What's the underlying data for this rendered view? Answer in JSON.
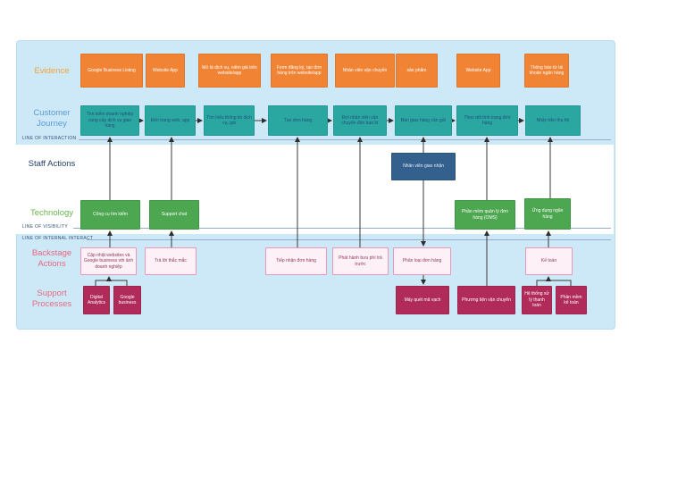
{
  "colors": {
    "panel_bg": "#cde9f7",
    "evidence_box": "#f08434",
    "journey_box": "#2ba7a2",
    "staff_box": "#33608d",
    "technology_box": "#4ca750",
    "backstage_box_bg": "#fdf0f6",
    "backstage_box_border": "#e79ab8",
    "support_box": "#b02a5a",
    "evidence_label": "#f0a23e",
    "journey_label": "#5b9bd5",
    "staff_label": "#24426b",
    "technology_label": "#67b44b",
    "backstage_label": "#e8697f",
    "support_label": "#e8697f"
  },
  "lines": {
    "interaction": "LINE OF INTERACTION",
    "visibility": "LINE OF VISIBILITY",
    "internal": "LINE OF INTERNAL INTERACT"
  },
  "rows": {
    "evidence": {
      "label": "Evidence",
      "boxes": [
        {
          "label": "Google Business Listing"
        },
        {
          "label": "Website App"
        },
        {
          "label": "Mô tả dịch vụ, niêm giá trên website/app"
        },
        {
          "label": "Form đăng ký, tạo đơn hàng trên website/app"
        },
        {
          "label": "Nhân viên vận chuyển"
        },
        {
          "label": "sản phẩm"
        },
        {
          "label": "Website App"
        },
        {
          "label": "Thông báo từ tài khoản ngân hàng"
        }
      ]
    },
    "journey": {
      "label": "Customer Journey",
      "boxes": [
        {
          "label": "Tìm kiếm doanh nghiệp cung cấp dịch vụ giao hàng"
        },
        {
          "label": "Đến trang web, app"
        },
        {
          "label": "Tìm hiểu thông tin dịch vụ, giá"
        },
        {
          "label": "Tạo đơn hàng"
        },
        {
          "label": "Đợi nhân viên vận chuyển đến bao bì"
        },
        {
          "label": "Bàn giao hàng cần gửi"
        },
        {
          "label": "Theo dõi tình trạng đơn hàng"
        },
        {
          "label": "Nhận tiền thu hộ"
        }
      ]
    },
    "staff": {
      "label": "Staff Actions",
      "boxes": [
        {
          "label": "Nhân viên giao nhận"
        }
      ]
    },
    "technology": {
      "label": "Technology",
      "boxes": [
        {
          "label": "Công cụ tìm kiếm"
        },
        {
          "label": "Support chat"
        },
        {
          "label": "Phần mềm quản lý đơn hàng (OMS)"
        },
        {
          "label": "Ứng dụng ngân hàng"
        }
      ]
    },
    "backstage": {
      "label": "Backstage Actions",
      "boxes": [
        {
          "label": "Cập nhật websites và Google business với ảnh doanh nghiệp"
        },
        {
          "label": "Trả lời thắc mắc"
        },
        {
          "label": "Tiếp nhận đơn hàng"
        },
        {
          "label": "Phát hành bưu phí trả trước"
        },
        {
          "label": "Phân loại đơn hàng"
        },
        {
          "label": "Kế toán"
        }
      ]
    },
    "support": {
      "label": "Support Processes",
      "boxes": [
        {
          "label": "Digital Analytics"
        },
        {
          "label": "Google business"
        },
        {
          "label": "Máy quét mã vạch"
        },
        {
          "label": "Phương tiện vận chuyển"
        },
        {
          "label": "Hệ thống xử lý thanh toán"
        },
        {
          "label": "Phần mềm kế toán"
        }
      ]
    }
  }
}
